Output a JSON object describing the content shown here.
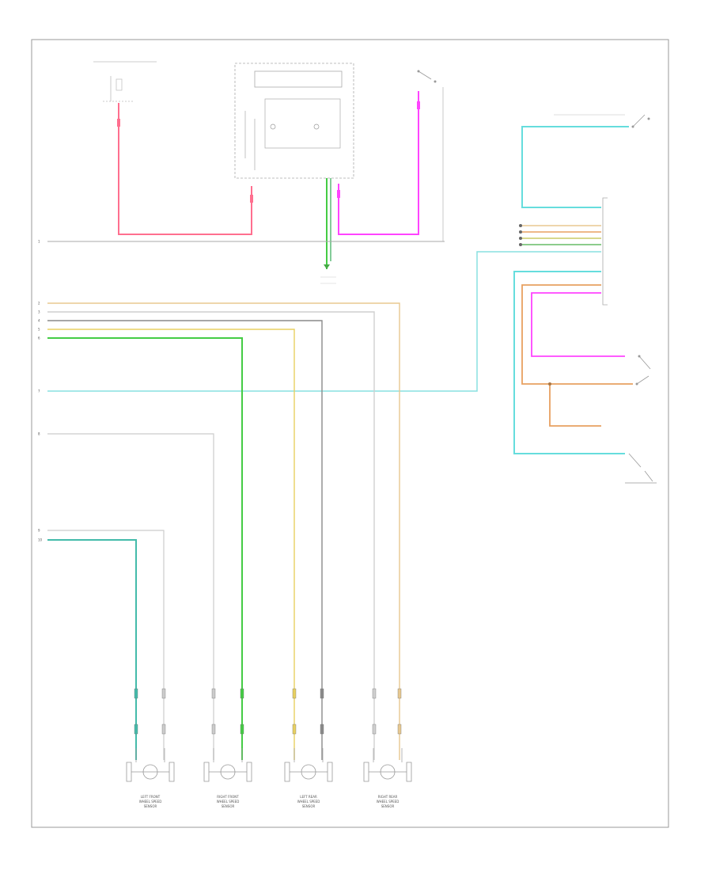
{
  "diagram": {
    "footer_code": "",
    "colors": {
      "pink": "#ff6f8f",
      "magenta": "#ff44ff",
      "green": "#44cc44",
      "dkgreen": "#33aa55",
      "cyan": "#66dddd",
      "teal": "#44bbaa",
      "tan": "#e8c890",
      "orange": "#e8a060",
      "gray": "#8a8a8a",
      "ltgray": "#cfcfcf",
      "yellow": "#e8d060",
      "black": "#555555"
    },
    "left_pins": [
      "1",
      "2",
      "3",
      "4",
      "5",
      "6",
      "7",
      "8",
      "9",
      "10"
    ],
    "sensors": [
      {
        "id": "lf",
        "label_lines": [
          "LEFT FRONT",
          "WHEEL SPEED",
          "SENSOR"
        ]
      },
      {
        "id": "rf",
        "label_lines": [
          "RIGHT FRONT",
          "WHEEL SPEED",
          "SENSOR"
        ]
      },
      {
        "id": "lr",
        "label_lines": [
          "LEFT REAR",
          "WHEEL SPEED",
          "SENSOR"
        ]
      },
      {
        "id": "rr",
        "label_lines": [
          "RIGHT REAR",
          "WHEEL SPEED",
          "SENSOR"
        ]
      }
    ]
  }
}
